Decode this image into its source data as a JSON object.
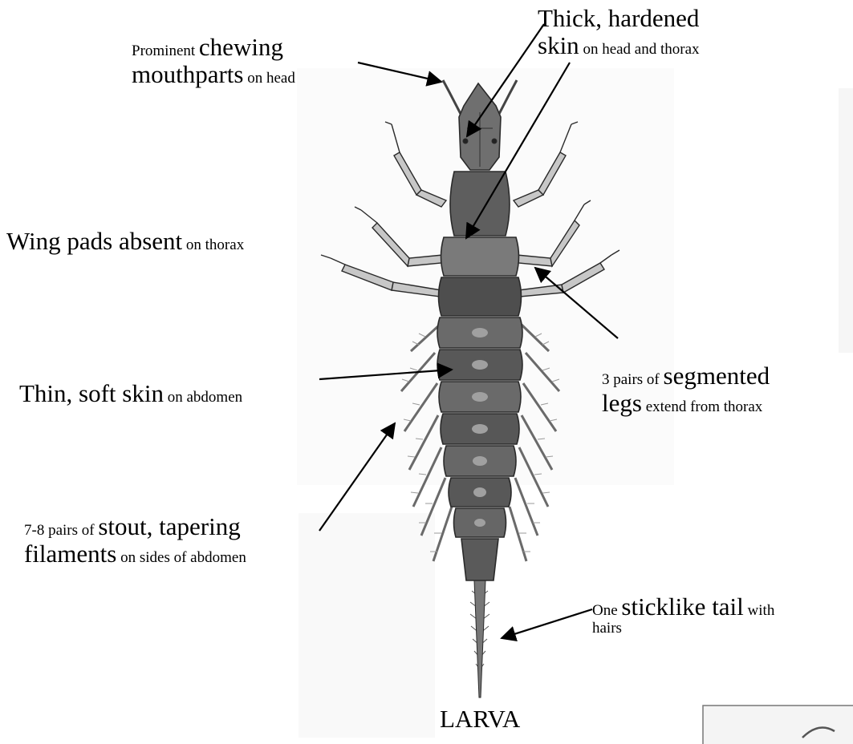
{
  "labels": {
    "mouthparts": {
      "l1_small": "Prominent ",
      "l1_big": "chewing",
      "l2_big": "mouthparts",
      "l2_small": " on head"
    },
    "skin_hard": {
      "l1_big": "Thick, hardened",
      "l2_big": "skin",
      "l2_small": " on head and thorax"
    },
    "wing_pads": {
      "big": "Wing pads absent",
      "small": " on thorax"
    },
    "legs": {
      "l1_small": "3 pairs of ",
      "l1_big": "segmented",
      "l2_big": "legs",
      "l2_small": " extend from thorax"
    },
    "skin_soft": {
      "big": "Thin, soft skin",
      "small": " on abdomen"
    },
    "filaments": {
      "l1_small": "7-8 pairs of ",
      "l1_big": "stout, tapering",
      "l2_big": "filaments",
      "l2_small": " on sides of abdomen"
    },
    "tail": {
      "l1_small": "One ",
      "l1_big": "sticklike tail",
      "l1_small2": " with",
      "l2_small": "hairs"
    }
  },
  "caption": "LARVA"
}
